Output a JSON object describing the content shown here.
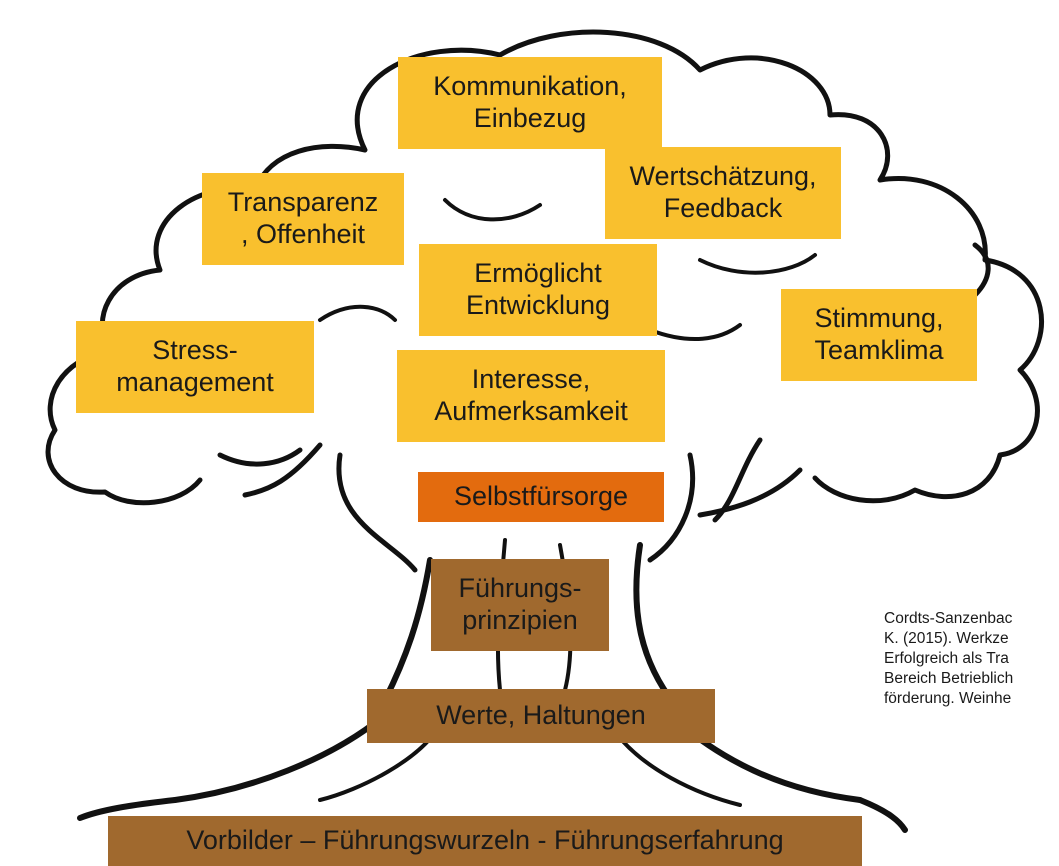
{
  "diagram": {
    "leaves": {
      "kommunikation": "Kommunikation,\nEinbezug",
      "wertschaetzung": "Wertschätzung,\nFeedback",
      "transparenz": "Transparenz\n, Offenheit",
      "entwicklung": "Ermöglicht\nEntwicklung",
      "stimmung": "Stimmung,\nTeamklima",
      "stress": "Stress-\nmanagement",
      "interesse": "Interesse,\nAufmerksamkeit"
    },
    "trunk": {
      "selbstfuersorge": "Selbstfürsorge",
      "fuehrungsprinzipien": "Führungs-\nprinzipien",
      "werte": "Werte, Haltungen"
    },
    "roots": {
      "vorbilder": "Vorbilder – Führungswurzeln - Führungserfahrung"
    },
    "citation": [
      "Cordts-Sanzenbac",
      "K. (2015). Werkze",
      "Erfolgreich als Tra",
      "Bereich Betrieblich",
      "förderung. Weinhe"
    ],
    "colors": {
      "leaf": "#f9c02e",
      "core": "#e36b0e",
      "trunk": "#a0692e",
      "outline": "#111111"
    }
  }
}
